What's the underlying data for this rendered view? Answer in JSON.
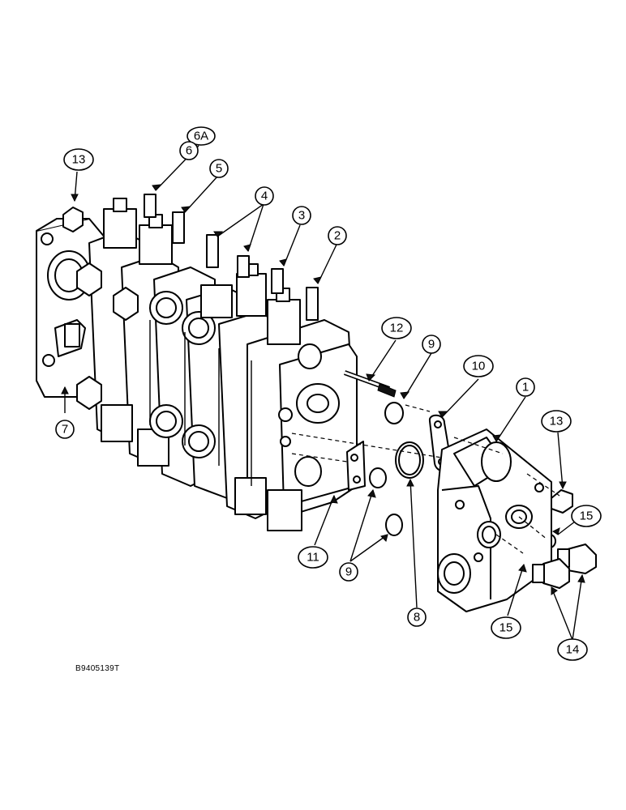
{
  "figure_id": "B9405139T",
  "callouts": [
    {
      "key": "c6a",
      "label": "6A"
    },
    {
      "key": "c6",
      "label": "6"
    },
    {
      "key": "c13a",
      "label": "13"
    },
    {
      "key": "c5",
      "label": "5"
    },
    {
      "key": "c4",
      "label": "4"
    },
    {
      "key": "c3",
      "label": "3"
    },
    {
      "key": "c2",
      "label": "2"
    },
    {
      "key": "c12",
      "label": "12"
    },
    {
      "key": "c9a",
      "label": "9"
    },
    {
      "key": "c10",
      "label": "10"
    },
    {
      "key": "c1",
      "label": "1"
    },
    {
      "key": "c7",
      "label": "7"
    },
    {
      "key": "c13b",
      "label": "13"
    },
    {
      "key": "c15a",
      "label": "15"
    },
    {
      "key": "c11",
      "label": "11"
    },
    {
      "key": "c9b",
      "label": "9"
    },
    {
      "key": "c8",
      "label": "8"
    },
    {
      "key": "c15b",
      "label": "15"
    },
    {
      "key": "c14",
      "label": "14"
    }
  ]
}
